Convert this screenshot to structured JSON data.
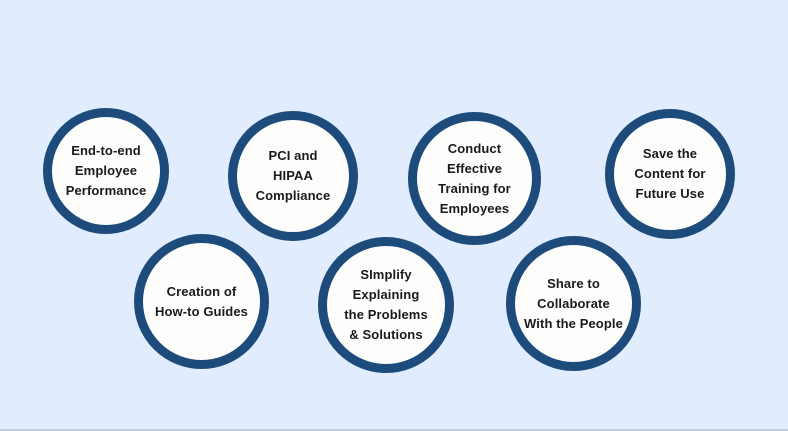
{
  "infographic": {
    "background_color": "#e1edfe",
    "circle_border_color": "#1d4c7c",
    "circle_fill_color": "#fdfdfc",
    "text_color": "#1a1a1a",
    "circles": [
      {
        "label": "End-to-end\nEmployee\nPerformance"
      },
      {
        "label": "PCI and\nHIPAA\nCompliance"
      },
      {
        "label": "Conduct Effective\nTraining for\nEmployees"
      },
      {
        "label": "Save the\nContent for\nFuture Use"
      },
      {
        "label": "Creation of\nHow-to Guides"
      },
      {
        "label": "SImplify Explaining\nthe Problems\n& Solutions"
      },
      {
        "label": "Share to\nCollaborate\nWith the People"
      }
    ]
  }
}
